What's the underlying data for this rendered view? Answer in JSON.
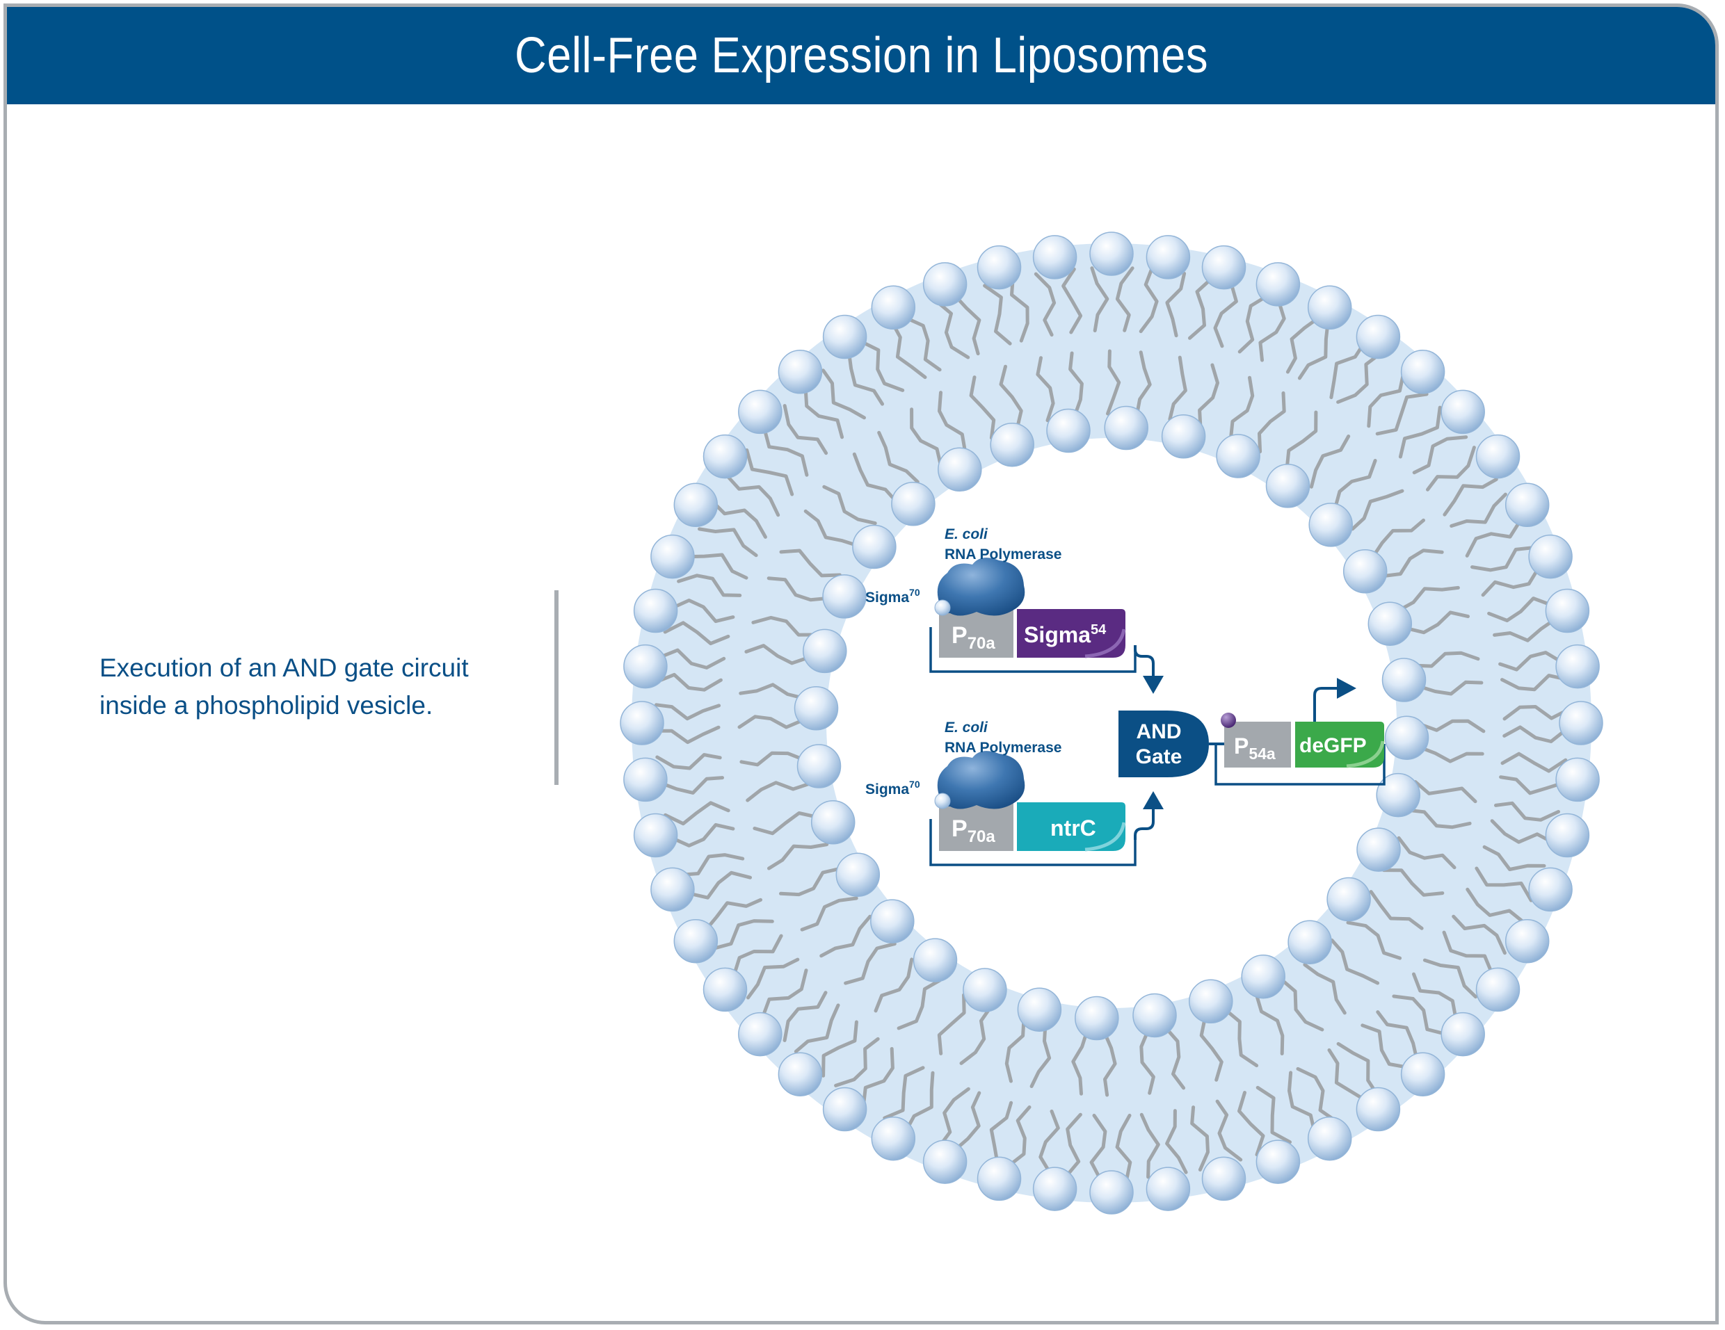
{
  "title": "Cell-Free Expression in Liposomes",
  "caption": [
    "Execution of an AND gate circuit",
    "inside a phospholipid vesicle."
  ],
  "colors": {
    "header": "#005189",
    "text_blue": "#0a4f86",
    "membrane_fill": "#d5e6f5",
    "lipid_tail": "#a0a5a9",
    "promoter_gray": "#a3a8ad",
    "sigma54_purple": "#5a2b82",
    "ntrc_teal": "#1aabb9",
    "degfp_green": "#3ba94a",
    "and_gate": "#0b4f85"
  },
  "circuit": {
    "top": {
      "polymerase_species": "E. coli",
      "polymerase_label": "RNA Polymerase",
      "sigma_label": "Sigma",
      "sigma_sup": "70",
      "promoter": "P",
      "promoter_sub": "70a",
      "gene": "Sigma",
      "gene_sup": "54"
    },
    "bottom": {
      "polymerase_species": "E. coli",
      "polymerase_label": "RNA Polymerase",
      "sigma_label": "Sigma",
      "sigma_sup": "70",
      "promoter": "P",
      "promoter_sub": "70a",
      "gene": "ntrC"
    },
    "gate": {
      "line1": "AND",
      "line2": "Gate"
    },
    "output": {
      "promoter": "P",
      "promoter_sub": "54a",
      "gene": "deGFP"
    }
  }
}
